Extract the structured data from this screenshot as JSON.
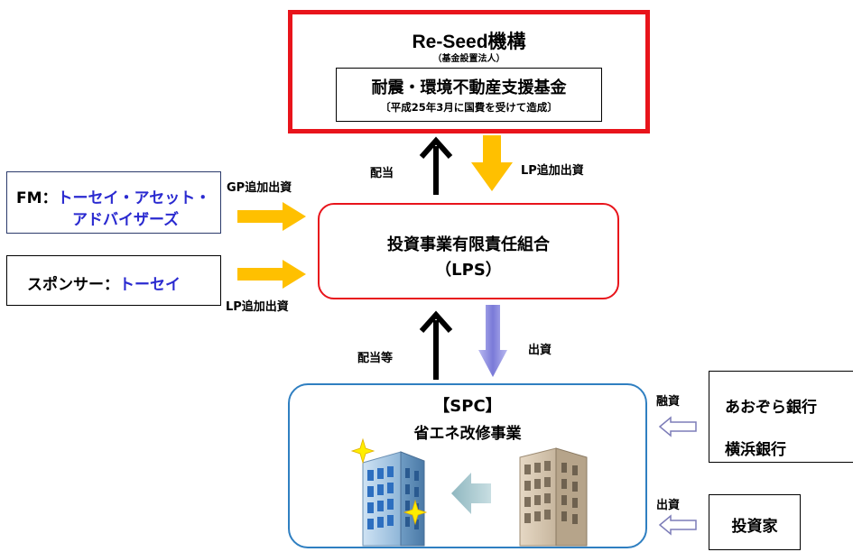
{
  "reseed": {
    "title": "Re-Seed機構",
    "subtitle": "（基金設置法人）",
    "fund_name": "耐震・環境不動産支援基金",
    "fund_note": "〔平成25年3月に国費を受けて造成〕"
  },
  "lps": {
    "name": "投資事業有限責任組合",
    "abbr": "（LPS）"
  },
  "fm": {
    "prefix": "FM：",
    "name_line1": "トーセイ・アセット・",
    "name_line2": "アドバイザーズ"
  },
  "sponsor": {
    "prefix": "スポンサー：",
    "name": "トーセイ"
  },
  "spc": {
    "title": "【SPC】",
    "project": "省エネ改修事業"
  },
  "banks": {
    "bank1": "あおぞら銀行",
    "bank2": "横浜銀行"
  },
  "investor": {
    "label": "投資家"
  },
  "flows": {
    "dividend_top": "配当",
    "lp_add_top": "LP追加出資",
    "gp_add": "GP追加出資",
    "lp_add_left": "LP追加出資",
    "dividend_etc": "配当等",
    "investment_mid": "出資",
    "loan": "融資",
    "investment_investor": "出資"
  },
  "colors": {
    "reseed_border": "#e8141b",
    "lps_border": "#e8141b",
    "fm_border": "#2b3a6b",
    "spc_border": "#2f7fc1",
    "orange_arrow": "#ffc000",
    "purple_arrow": "#8a8ae0"
  }
}
